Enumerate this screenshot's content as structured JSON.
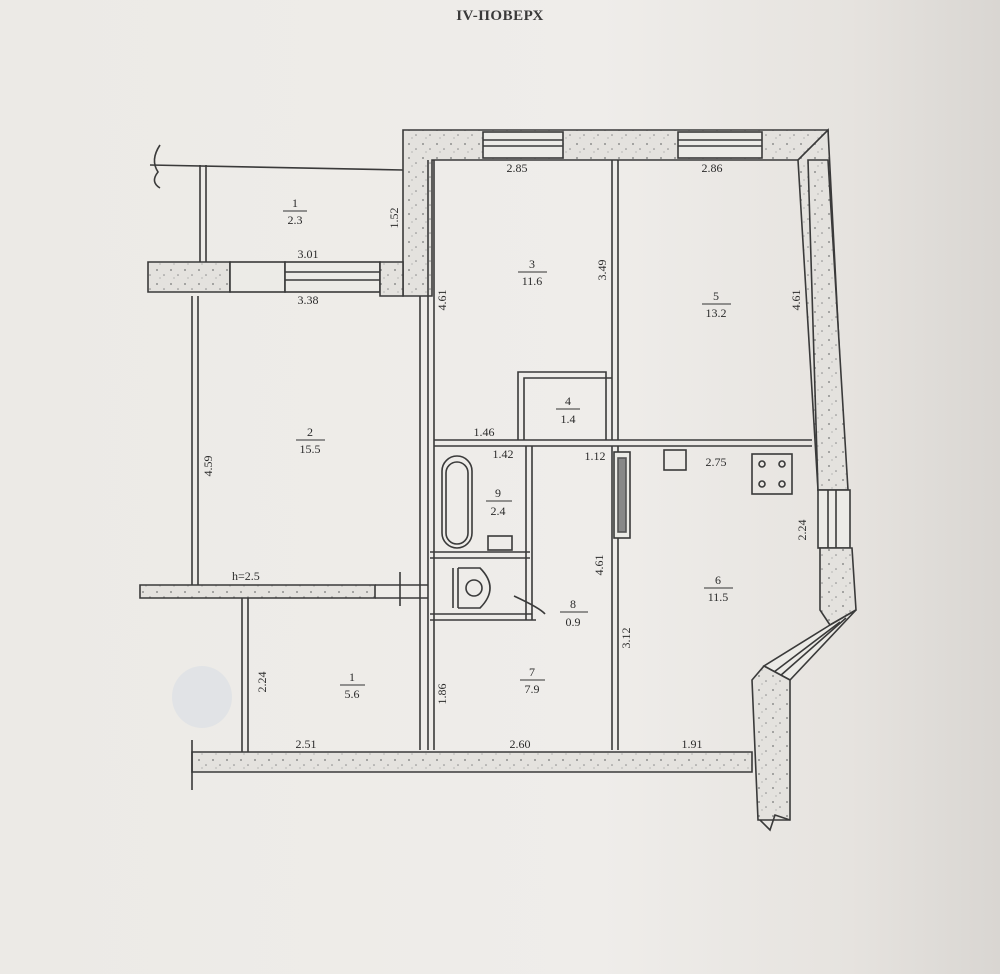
{
  "document": {
    "title": "IV-ПОВЕРХ",
    "type": "floor-plan"
  },
  "rooms": [
    {
      "id": "balcony",
      "number": "1",
      "area": "2.3"
    },
    {
      "id": "room-2",
      "number": "2",
      "area": "15.5"
    },
    {
      "id": "room-3",
      "number": "3",
      "area": "11.6"
    },
    {
      "id": "room-4",
      "number": "4",
      "area": "1.4"
    },
    {
      "id": "room-5",
      "number": "5",
      "area": "13.2"
    },
    {
      "id": "room-6",
      "number": "6",
      "area": "11.5"
    },
    {
      "id": "room-7",
      "number": "7",
      "area": "7.9"
    },
    {
      "id": "room-8",
      "number": "8",
      "area": "0.9"
    },
    {
      "id": "room-9",
      "number": "9",
      "area": "2.4"
    },
    {
      "id": "room-1-lower",
      "number": "1",
      "area": "5.6"
    }
  ],
  "dimensions": {
    "balcony_width": "3.01",
    "balcony_depth": "1.52",
    "room2_top": "3.38",
    "room2_side": "4.59",
    "room3_top": "2.85",
    "room3_left": "4.61",
    "room3_right": "3.49",
    "room5_top": "2.86",
    "room5_right": "4.61",
    "corridor_left": "1.46",
    "bath_top": "1.42",
    "wc_right": "1.12",
    "kitchen_top": "2.75",
    "kitchen_right": "2.24",
    "hall_side": "4.61",
    "room7_side": "3.12",
    "room7_left": "1.86",
    "lower1_side": "2.24",
    "lower1_bottom": "2.51",
    "room7_bottom": "2.60",
    "kitchen_bottom": "1.91",
    "ceiling_height": "h=2.5"
  }
}
